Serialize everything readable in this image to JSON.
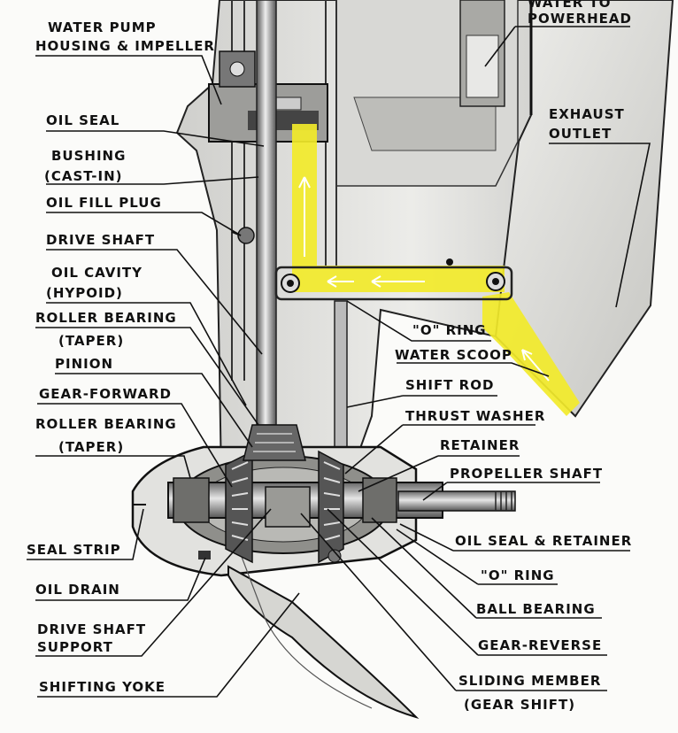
{
  "labels": {
    "water_to_powerhead_1": "WATER TO",
    "water_to_powerhead_2": "POWERHEAD",
    "water_pump_1": "WATER PUMP",
    "water_pump_2": "HOUSING & IMPELLER",
    "exhaust_1": "EXHAUST",
    "exhaust_2": "OUTLET",
    "oil_seal": "OIL SEAL",
    "bushing_1": "BUSHING",
    "bushing_2": "(CAST-IN)",
    "oil_fill_plug": "OIL FILL PLUG",
    "drive_shaft": "DRIVE SHAFT",
    "oil_cavity_1": "OIL CAVITY",
    "oil_cavity_2": "(HYPOID)",
    "roller_bearing_top_1": "ROLLER BEARING",
    "roller_bearing_top_2": "(TAPER)",
    "o_ring_top": "\"O\" RING",
    "water_scoop": "WATER SCOOP",
    "pinion": "PINION",
    "shift_rod": "SHIFT ROD",
    "gear_forward": "GEAR-FORWARD",
    "thrust_washer": "THRUST WASHER",
    "roller_bearing_bot_1": "ROLLER BEARING",
    "roller_bearing_bot_2": "(TAPER)",
    "retainer": "RETAINER",
    "propeller_shaft": "PROPELLER SHAFT",
    "oil_seal_retainer": "OIL SEAL & RETAINER",
    "seal_strip": "SEAL STRIP",
    "o_ring_bot": "\"O\" RING",
    "oil_drain": "OIL DRAIN",
    "ball_bearing": "BALL BEARING",
    "drive_shaft_support_1": "DRIVE SHAFT",
    "drive_shaft_support_2": "SUPPORT",
    "gear_reverse": "GEAR-REVERSE",
    "shifting_yoke": "SHIFTING YOKE",
    "sliding_member_1": "SLIDING MEMBER",
    "sliding_member_2": "(GEAR SHIFT)"
  },
  "colors": {
    "water_path": "#f2ea2a",
    "metal_dark": "#4a4a4a",
    "metal_mid": "#8c8c8c",
    "metal_light": "#cfcfcf",
    "housing": "#e4e4e2"
  }
}
